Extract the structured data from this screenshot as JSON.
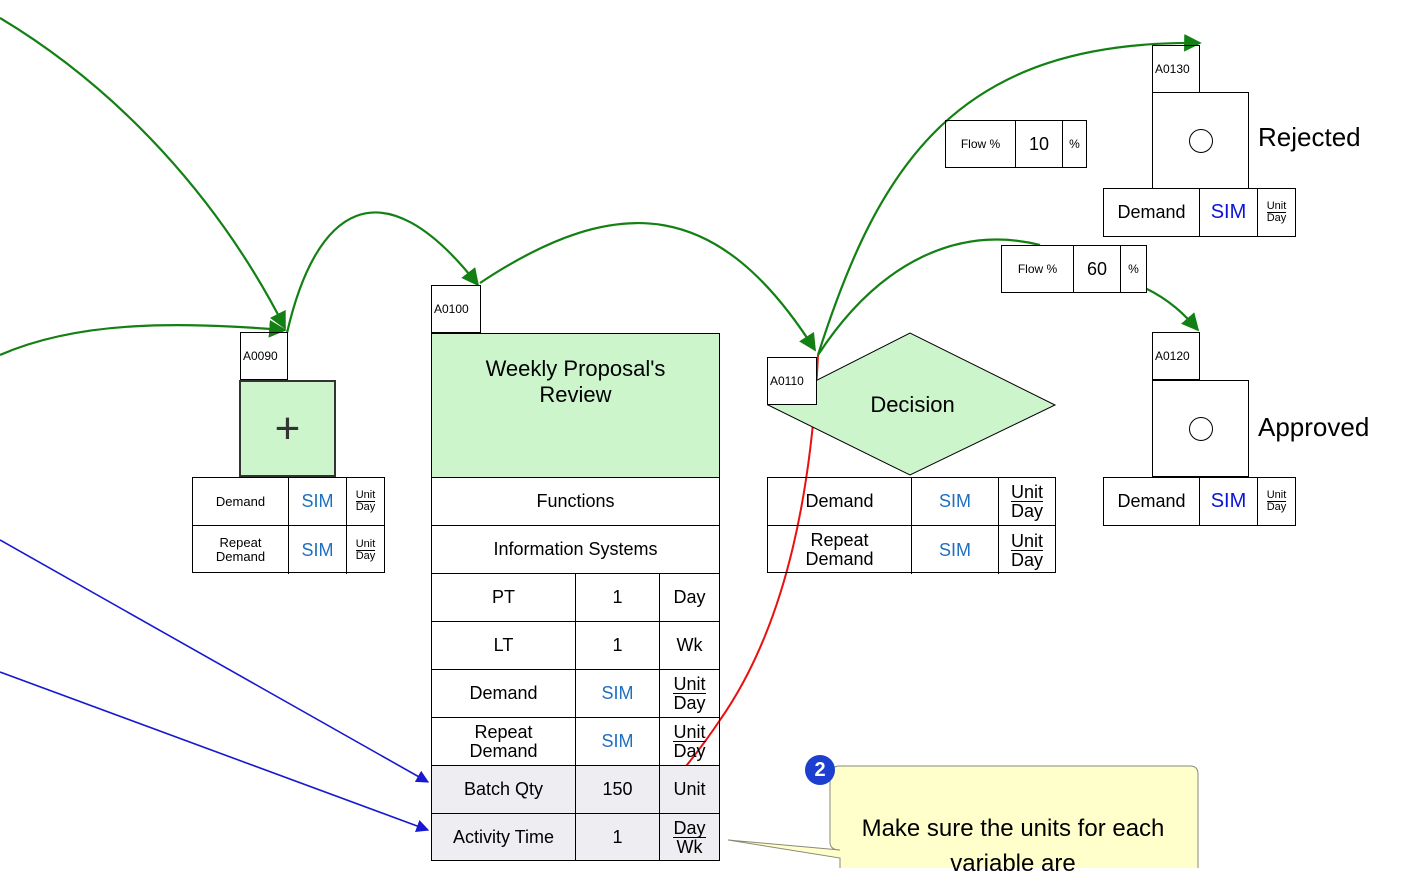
{
  "colors": {
    "flow": "#138013",
    "info": "#1818d0",
    "annotation": "#e81010",
    "activity_fill": "#ccf5cc",
    "callout_fill": "#ffffcc",
    "callout_badge": "#1c3fd0"
  },
  "a0090": {
    "id": "A0090",
    "symbol": "+",
    "rows": [
      {
        "label": "Demand",
        "value": "SIM",
        "unit_top": "Unit",
        "unit_bottom": "Day"
      },
      {
        "label": "Repeat Demand",
        "value": "SIM",
        "unit_top": "Unit",
        "unit_bottom": "Day"
      }
    ]
  },
  "a0100": {
    "id": "A0100",
    "title": "Weekly Proposal's Review",
    "functions": "Functions",
    "info_systems": "Information Systems",
    "pt": {
      "label": "PT",
      "value": "1",
      "unit": "Day"
    },
    "lt": {
      "label": "LT",
      "value": "1",
      "unit": "Wk"
    },
    "demand": {
      "label": "Demand",
      "value": "SIM",
      "unit_top": "Unit",
      "unit_bottom": "Day"
    },
    "repeat": {
      "label": "Repeat Demand",
      "value": "SIM",
      "unit_top": "Unit",
      "unit_bottom": "Day"
    },
    "batch": {
      "label": "Batch Qty",
      "value": "150",
      "unit": "Unit"
    },
    "activity": {
      "label": "Activity Time",
      "value": "1",
      "unit_top": "Day",
      "unit_bottom": "Wk"
    }
  },
  "a0110": {
    "id": "A0110",
    "title": "Decision",
    "rows": [
      {
        "label": "Demand",
        "value": "SIM",
        "unit_top": "Unit",
        "unit_bottom": "Day"
      },
      {
        "label": "Repeat Demand",
        "value": "SIM",
        "unit_top": "Unit",
        "unit_bottom": "Day"
      }
    ]
  },
  "a0130": {
    "id": "A0130",
    "label": "Rejected",
    "demand": "Demand",
    "value": "SIM",
    "unit_top": "Unit",
    "unit_bottom": "Day"
  },
  "a0120": {
    "id": "A0120",
    "label": "Approved",
    "demand": "Demand",
    "value": "SIM",
    "unit_top": "Unit",
    "unit_bottom": "Day"
  },
  "flow_rejected": {
    "label": "Flow %",
    "value": "10",
    "unit": "%"
  },
  "flow_approved": {
    "label": "Flow %",
    "value": "60",
    "unit": "%"
  },
  "callout": {
    "badge": "2",
    "text": "Make sure the units for each variable are"
  }
}
